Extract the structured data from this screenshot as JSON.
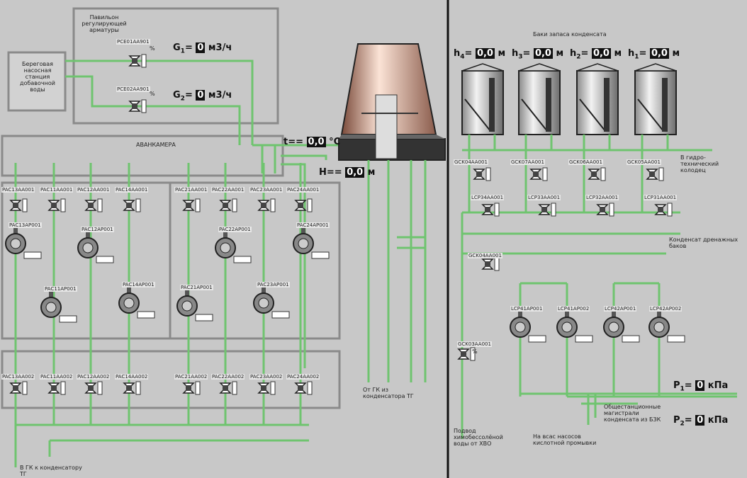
{
  "pavilion": "Павильон регулирующей арматуры",
  "shore_station": "Береговая насосная станция добавочной воды",
  "g1": {
    "label_main": "G",
    "label_sub": "1",
    "value": "0",
    "unit": "м3/ч",
    "valve": "PCE01AA901"
  },
  "g2": {
    "label_main": "G",
    "label_sub": "2",
    "value": "0",
    "unit": "м3/ч",
    "valve": "PCE02AA901"
  },
  "percent_sign": "%",
  "avankamera": "АВАНКАМЕРА",
  "temp": {
    "label": "t=",
    "value": "0,0",
    "unit": "°C"
  },
  "level": {
    "label": "H=",
    "value": "0,0",
    "unit": "м"
  },
  "tanks_title": "Баки запаса конденсата",
  "tanks": [
    {
      "label_main": "h",
      "label_sub": "4",
      "value": "0,0",
      "unit": "м"
    },
    {
      "label_main": "h",
      "label_sub": "3",
      "value": "0,0",
      "unit": "м"
    },
    {
      "label_main": "h",
      "label_sub": "2",
      "value": "0,0",
      "unit": "м"
    },
    {
      "label_main": "h",
      "label_sub": "1",
      "value": "0,0",
      "unit": "м"
    }
  ],
  "top_valves": [
    "PAC13AA001",
    "PAC11AA001",
    "PAC12AA001",
    "PAC14AA001",
    "PAC21AA001",
    "PAC22AA001",
    "PAC23AA001",
    "PAC24AA001"
  ],
  "bottom_valves": [
    "PAC13AA002",
    "PAC11AA002",
    "PAC12AA002",
    "PAC14AA002",
    "PAC21AA002",
    "PAC22AA002",
    "PAC23AA002",
    "PAC24AA002"
  ],
  "pumps_left": [
    "PAC13AP001",
    "PAC12AP001",
    "PAC11AP001",
    "PAC14AP001"
  ],
  "pumps_right": [
    "PAC22AP001",
    "PAC24AP001",
    "PAC21AP001",
    "PAC23AP001"
  ],
  "gck_valves": [
    "GCK04AA001",
    "GCK07AA001",
    "GCK06AA001",
    "GCK05AA001"
  ],
  "lcp_valves": [
    "LCP34AA001",
    "LCP33AA001",
    "LCP32AA001",
    "LCP31AA001"
  ],
  "gck04": "GCK04AA001",
  "gck03": "GCK03AA001",
  "lcp_pumps": [
    "LCP41AP001",
    "LCP41AP002",
    "LCP42AP001",
    "LCP42AP002"
  ],
  "p1": {
    "label_main": "P",
    "label_sub": "1",
    "value": "0",
    "unit": "кПа"
  },
  "p2": {
    "label_main": "P",
    "label_sub": "2",
    "value": "0",
    "unit": "кПа"
  },
  "notes": {
    "to_gtk": "В гидро- технический колодец",
    "drain": "Конденсат дренажных баков",
    "from_gk": "От ГК из конденсатора ТГ",
    "to_gk": "В ГК к конденсатору ТГ",
    "xvo": "Подвод химобессолёной воды от ХВО",
    "acid": "На всас насосов кислотной промывки",
    "bzk": "Общестанционные магистрали конденсата из БЗК"
  }
}
